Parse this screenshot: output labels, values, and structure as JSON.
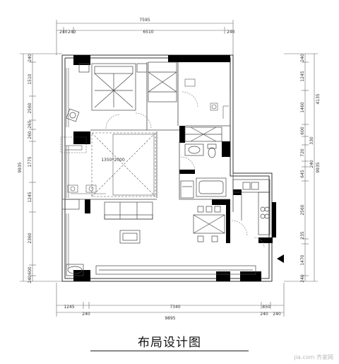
{
  "title": "布局设计图",
  "watermark": "jia.com 齐家网",
  "bed_size_label": "1350*2000",
  "colors": {
    "wall": "#000000",
    "line": "#444444",
    "dim_line": "#666666",
    "background": "#ffffff"
  },
  "dimensions": {
    "top_total": "7595",
    "top_parts": [
      "240",
      "240",
      "6510",
      "240"
    ],
    "bottom_total": "9895",
    "bottom_parts": [
      "1245",
      "240",
      "7340",
      "850",
      "240",
      "240"
    ],
    "left_total": "9935",
    "left_parts": [
      "240",
      "1510",
      "2560",
      "265",
      "260",
      "1775",
      "1245",
      "2360",
      "600",
      "240"
    ],
    "right_total_upper": "4135",
    "right_total_lower": "9935",
    "right_parts": [
      "240",
      "1245",
      "1460",
      "600",
      "330",
      "720",
      "240",
      "645",
      "2560",
      "235",
      "1470",
      "240"
    ]
  }
}
